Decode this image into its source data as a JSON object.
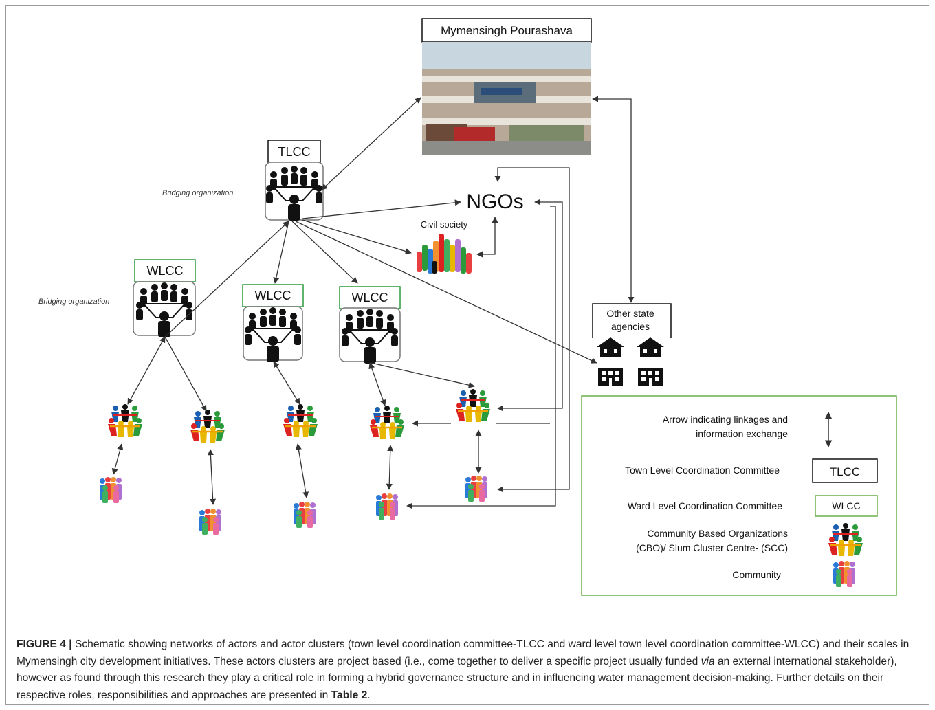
{
  "diagram": {
    "mymensingh_label": "Mymensingh Pourashava",
    "tlcc_label": "TLCC",
    "wlcc_label": "WLCC",
    "bridging_label": "Bridging organization",
    "ngos_label": "NGOs",
    "civil_society_label": "Civil society",
    "other_state_label_line1": "Other state",
    "other_state_label_line2": "agencies"
  },
  "legend": {
    "arrow_line1": "Arrow indicating linkages and",
    "arrow_line2": "information exchange",
    "tlcc_desc": "Town Level Coordination Committee",
    "tlcc_box": "TLCC",
    "wlcc_desc": "Ward Level Coordination Committee",
    "wlcc_box": "WLCC",
    "cbo_line1": "Community  Based Organizations",
    "cbo_line2": "(CBO)/ Slum Cluster Centre- (SCC)",
    "community": "Community"
  },
  "caption": {
    "label": "FIGURE 4 |",
    "text_1": " Schematic showing networks of actors and actor clusters (town level coordination committee-TLCC and ward level town level coordination committee-WLCC) and their scales in Mymensingh city development initiatives. These actors clusters are project based (i.e., come together to deliver a specific project usually funded ",
    "text_via": "via",
    "text_2": " an external international stakeholder), however as found through this research they play a critical role in forming a hybrid governance structure and in influencing water management decision-making. Further details on their respective roles, responsibilities and approaches are presented in ",
    "text_table": "Table 2",
    "text_end": "."
  }
}
